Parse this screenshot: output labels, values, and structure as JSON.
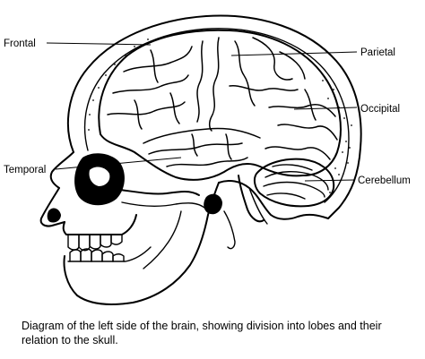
{
  "labels": {
    "frontal": "Frontal",
    "parietal": "Parietal",
    "occipital": "Occipital",
    "temporal": "Temporal",
    "cerebellum": "Cerebellum"
  },
  "caption": "Diagram of the left side of the brain, showing division into lobes and their relation to the skull."
}
